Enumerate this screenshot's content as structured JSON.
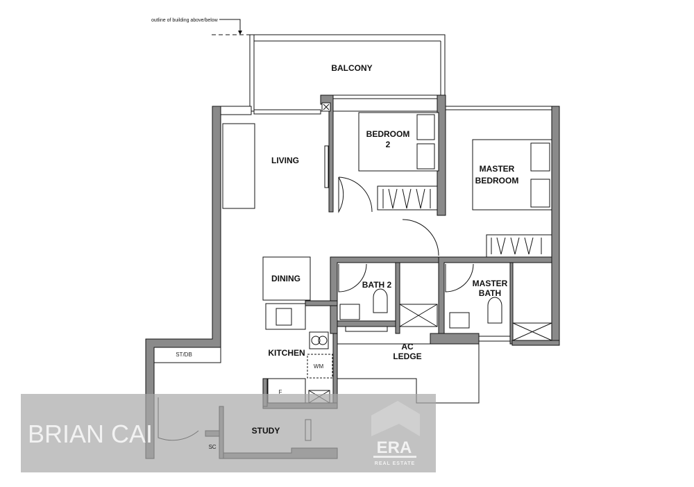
{
  "annotation": "outline of building above/below",
  "rooms": {
    "balcony": "BALCONY",
    "living": "LIVING",
    "bedroom2_line1": "BEDROOM",
    "bedroom2_line2": "2",
    "master_bedroom_line1": "MASTER",
    "master_bedroom_line2": "BEDROOM",
    "dining": "DINING",
    "bath2": "BATH 2",
    "master_bath_line1": "MASTER",
    "master_bath_line2": "BATH",
    "kitchen": "KITCHEN",
    "ac_ledge_line1": "AC",
    "ac_ledge_line2": "LEDGE",
    "st_db": "ST/DB",
    "study": "STUDY",
    "sc": "SC",
    "wm": "WM",
    "fridge": "F"
  },
  "watermark": {
    "agent_name": "BRIAN CAI",
    "logo_text": "ERA",
    "logo_subtext": "REAL ESTATE"
  },
  "colors": {
    "wall": "#8a8a8a",
    "watermark_band": "#bdbdbd"
  }
}
